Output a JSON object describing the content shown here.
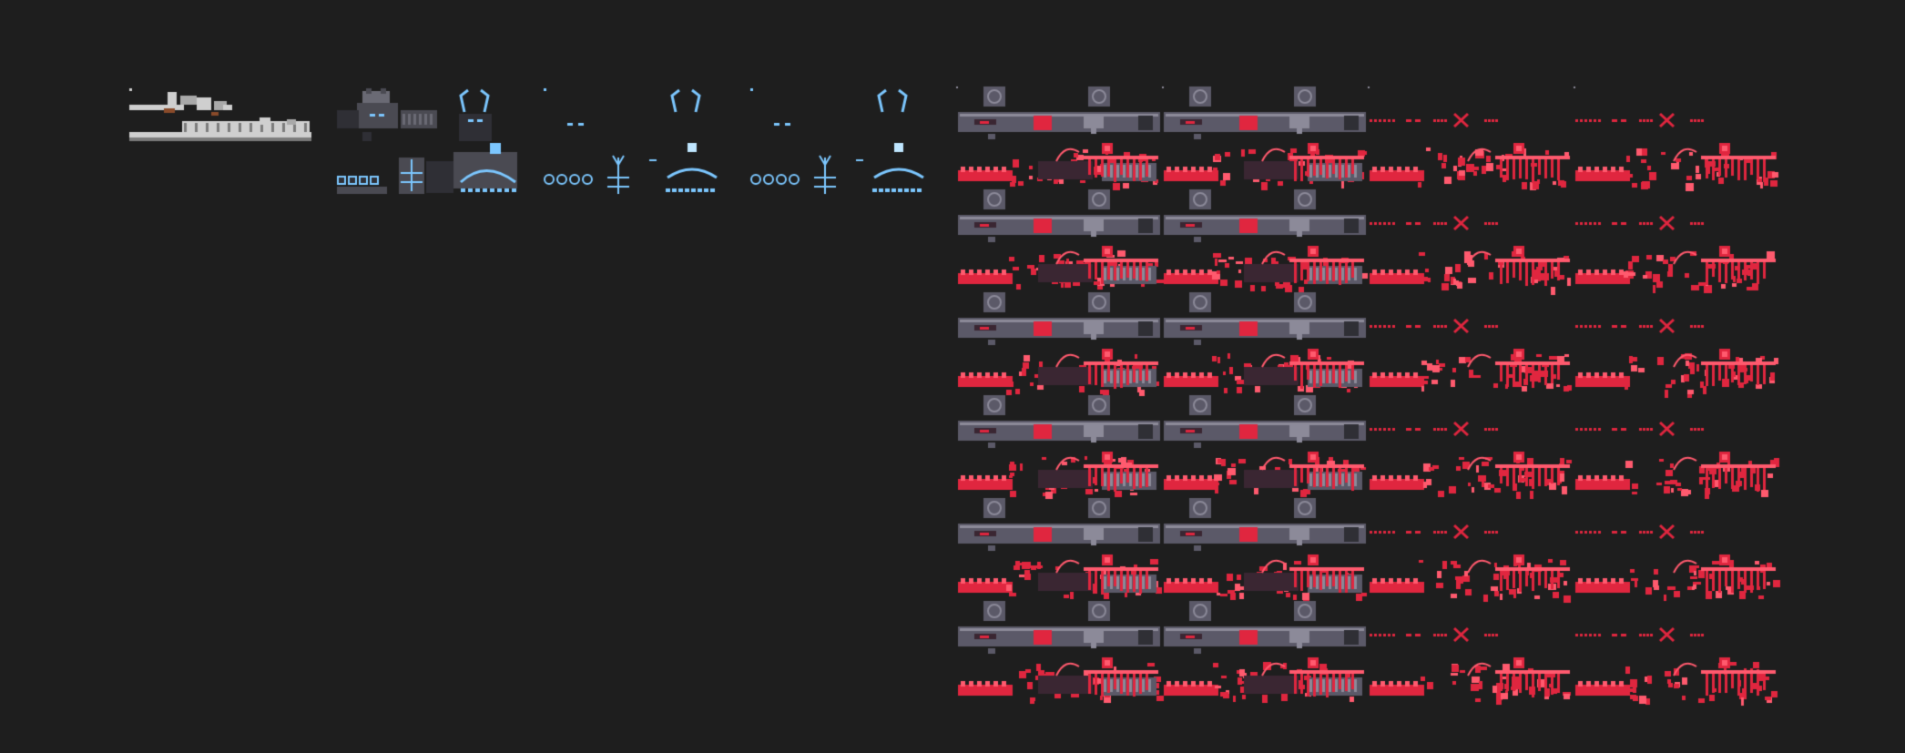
{
  "app": {
    "background": "#1e1e1e"
  },
  "palette": {
    "stone_light": "#cfcfcf",
    "stone_mid": "#a9a9a9",
    "stone_dark": "#7b7b7b",
    "wood": "#8a4b2a",
    "armor_dark": "#2f2f35",
    "armor_mid": "#4a4a52",
    "armor_light": "#6a6a74",
    "glow_blue": "#7cc7ff",
    "glow_blue_light": "#bfe6ff",
    "flesh_red": "#e0263f",
    "flesh_red_light": "#ff5a6e",
    "flesh_dark": "#3a2632",
    "machine_gray": "#5b5968",
    "machine_light": "#8c8a99"
  },
  "sprite_sheets": [
    {
      "id": "stone-wood-tiles",
      "type": "terrain",
      "rows": 1,
      "cols": 1
    },
    {
      "id": "dark-armor-sprite",
      "type": "character",
      "rows": 1,
      "cols": 1
    },
    {
      "id": "blue-glow-overlay-a",
      "type": "effect",
      "rows": 1,
      "cols": 1
    },
    {
      "id": "blue-glow-overlay-b",
      "type": "effect",
      "rows": 1,
      "cols": 1
    },
    {
      "id": "flesh-machine-a",
      "type": "enemy",
      "rows": 6,
      "cols": 1
    },
    {
      "id": "flesh-machine-b",
      "type": "enemy",
      "rows": 6,
      "cols": 1
    },
    {
      "id": "flesh-red-a",
      "type": "enemy",
      "rows": 6,
      "cols": 1
    },
    {
      "id": "flesh-red-b",
      "type": "enemy",
      "rows": 6,
      "cols": 1
    }
  ]
}
